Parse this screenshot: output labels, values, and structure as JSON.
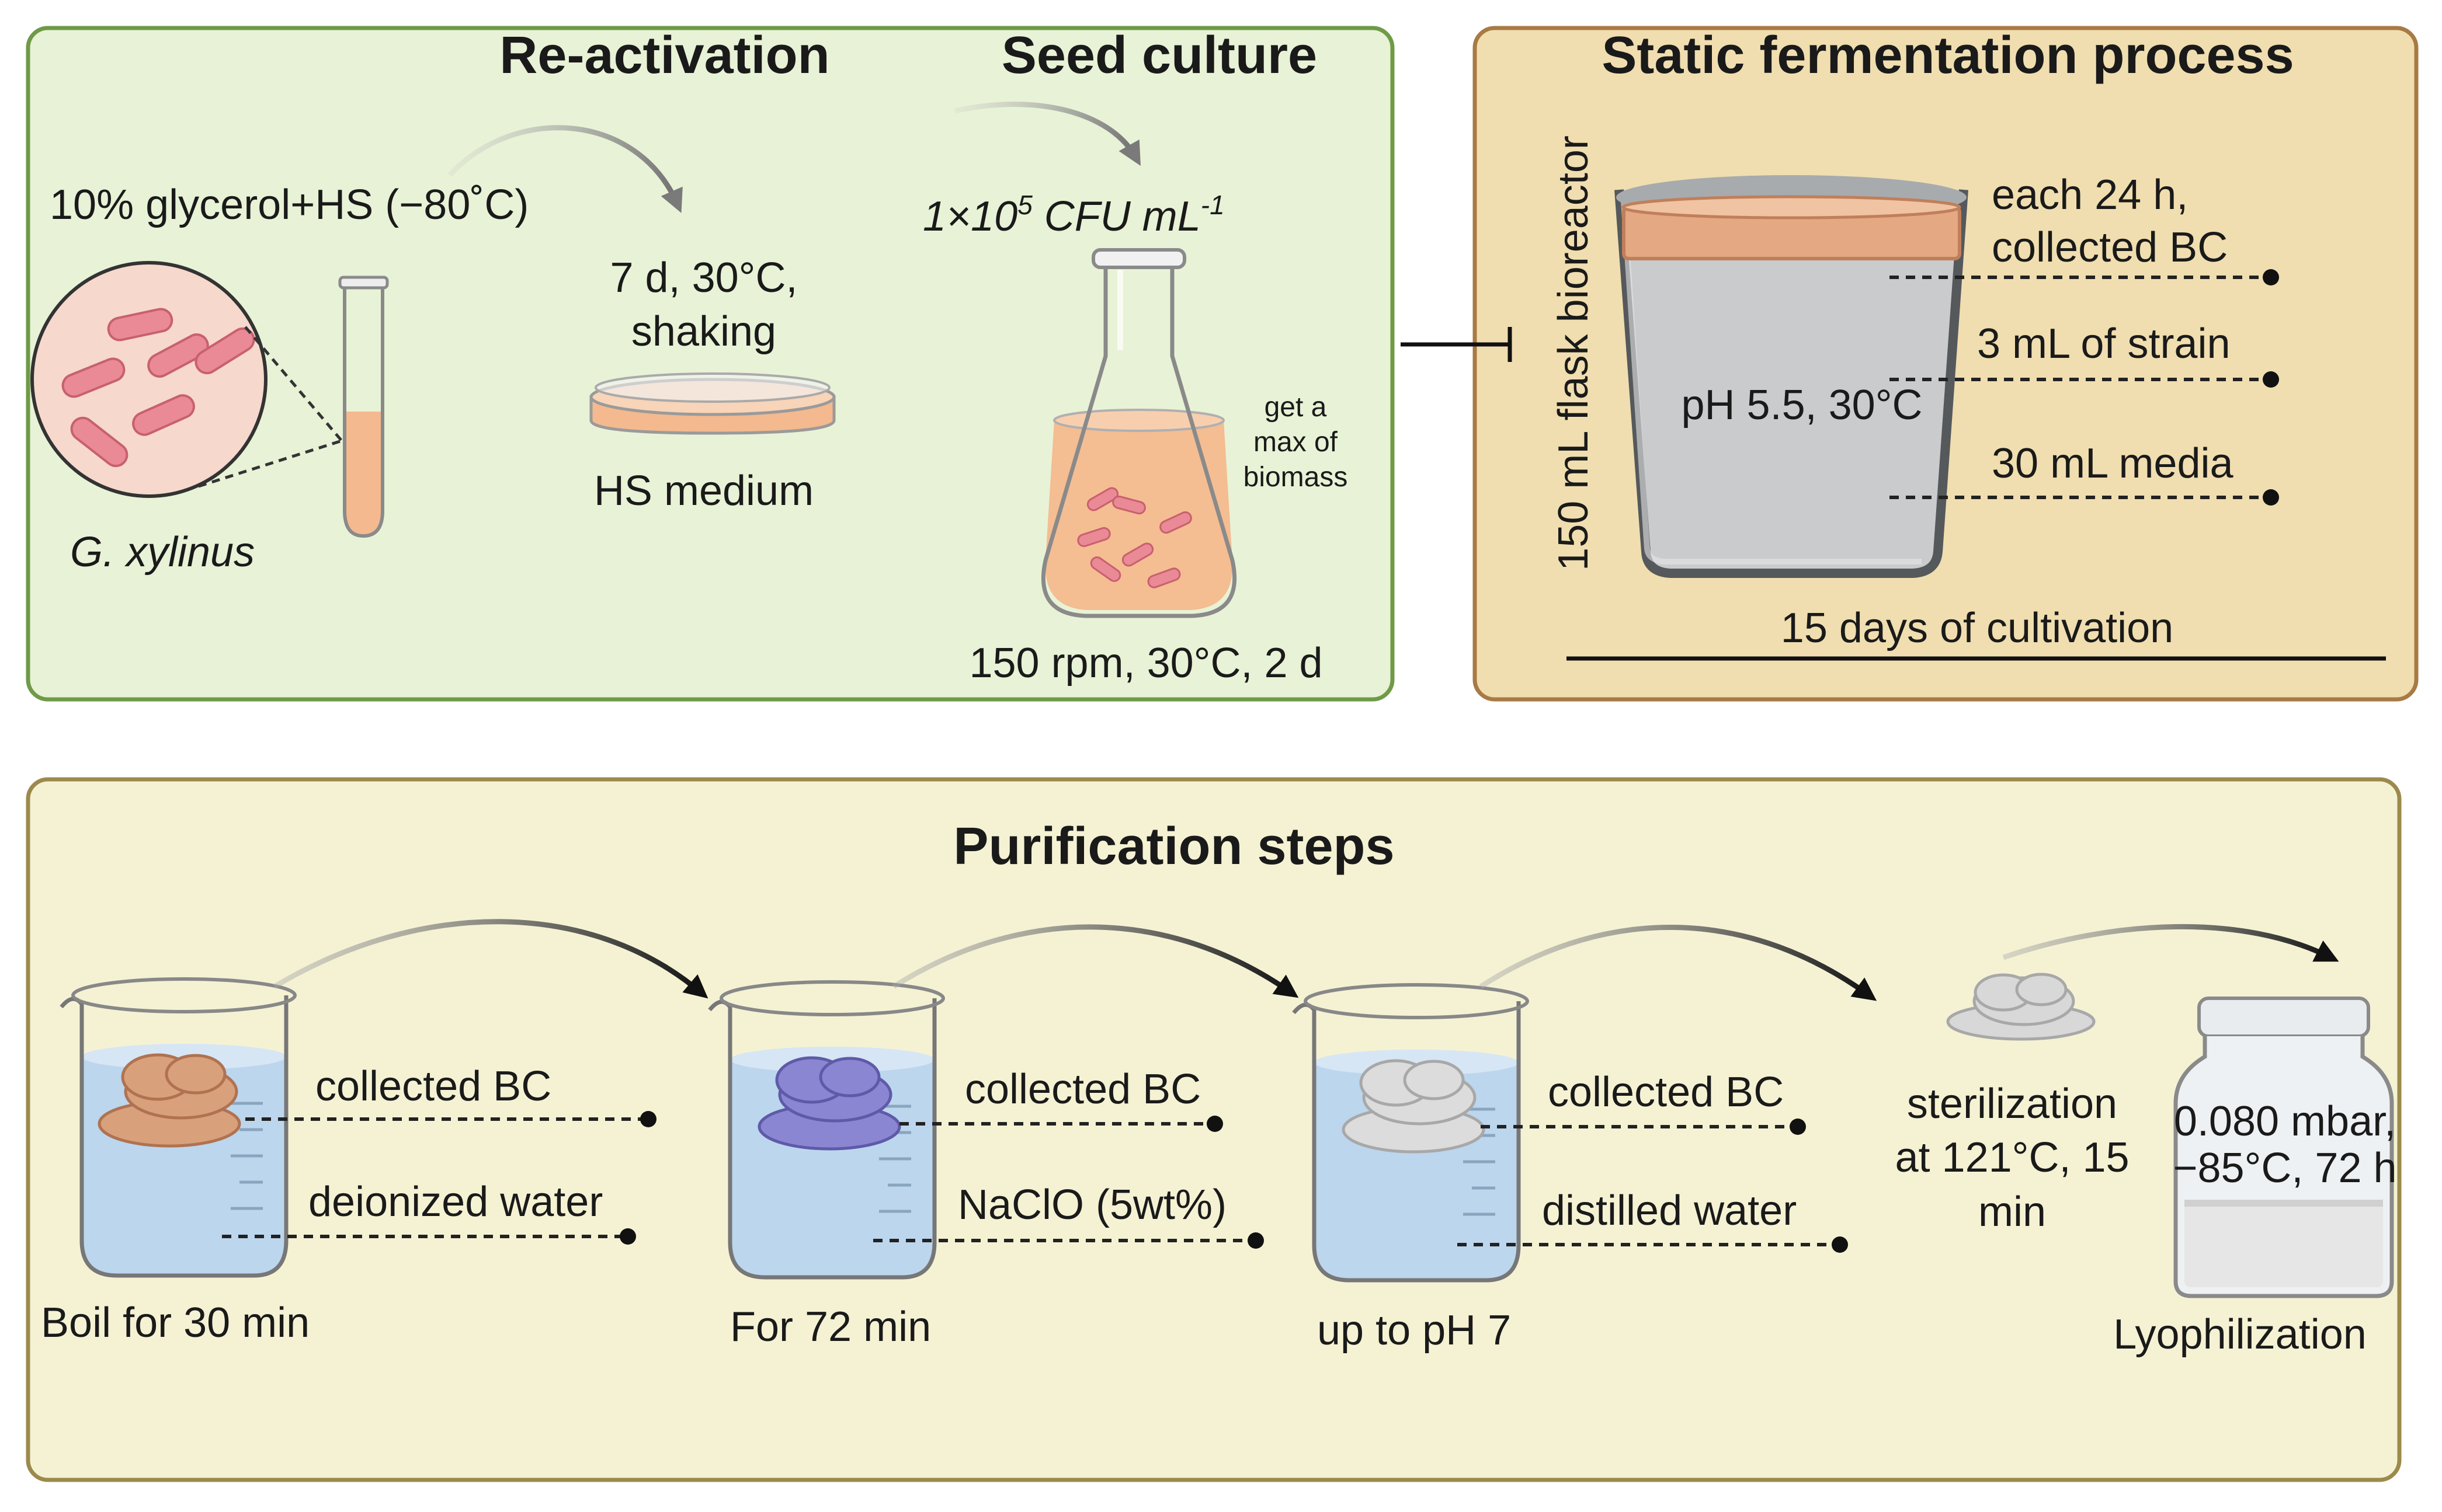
{
  "reactivation": {
    "title": "Re-activation",
    "storage": "10% glycerol+HS (−80˚C)",
    "organism": "G. xylinus",
    "condition_line1": "7 d, 30°C,",
    "condition_line2": "shaking",
    "medium": "HS medium"
  },
  "seed_culture": {
    "title": "Seed culture",
    "concentration_main": "1×10",
    "concentration_exp": "5",
    "concentration_unit": " CFU mL",
    "concentration_unit_exp": "-1",
    "note_line1": "get a",
    "note_line2": "max of",
    "note_line3": "biomass",
    "condition": "150 rpm, 30°C, 2 d"
  },
  "fermentation": {
    "title": "Static fermentation process",
    "vessel": "150 mL flask bioreactor",
    "ph": "pH 5.5, 30°C",
    "label_1_line1": "each 24 h,",
    "label_1_line2": "collected BC",
    "label_2": "3 mL of strain",
    "label_3": "30 mL media",
    "duration": "15 days of cultivation"
  },
  "purification": {
    "title": "Purification steps",
    "steps": [
      {
        "label_top": "collected BC",
        "label_bottom": "deionized water",
        "caption": "Boil for 30 min"
      },
      {
        "label_top": "collected BC",
        "label_bottom": "NaClO (5wt%)",
        "caption": "For 72 min"
      },
      {
        "label_top": "collected BC",
        "label_bottom": "distilled water",
        "caption": "up to pH 7"
      }
    ],
    "sterilization_line1": "sterilization",
    "sterilization_line2": "at 121°C, 15",
    "sterilization_line3": "min",
    "vial_line1": "0.080 mbar,",
    "vial_line2": "−85°C, 72 h",
    "lyophilization": "Lyophilization"
  },
  "colors": {
    "panel_green_fill": "#e8f2d6",
    "panel_green_border": "#6f9a48",
    "panel_tan_fill": "#f0deb0",
    "panel_tan_border": "#a87a44",
    "panel_cream_fill": "#f5f2d4",
    "panel_cream_border": "#9c8a4c",
    "culture_orange": "#f4b98e",
    "bc_tan": "#d9a07c",
    "bc_purple": "#8a86d2",
    "bc_white": "#dcdcdc",
    "water_blue": "#bcd6ee",
    "bacteria_pink": "#e98a96"
  }
}
